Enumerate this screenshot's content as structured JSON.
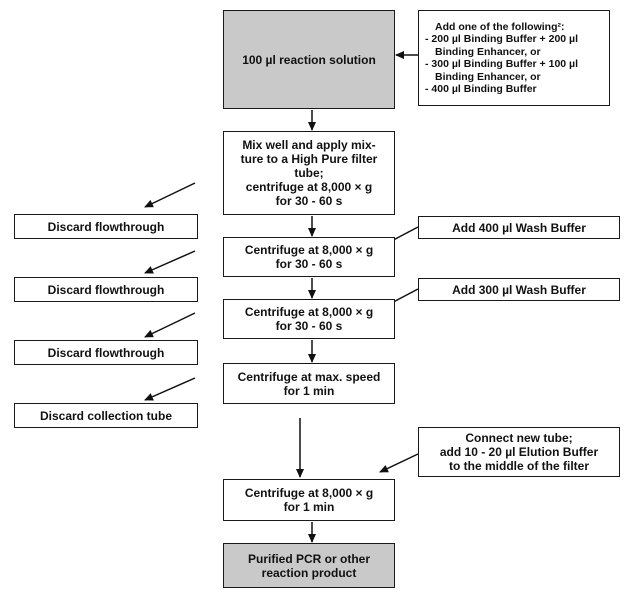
{
  "steps": {
    "reaction": {
      "lines": [
        "100 µl reaction solution"
      ]
    },
    "mix": {
      "lines": [
        "Mix well and apply mix-",
        "ture to a High Pure filter",
        "tube;",
        "centrifuge at 8,000 × g",
        "for 30 - 60 s"
      ]
    },
    "centrifuge_1": {
      "lines": [
        "Centrifuge at 8,000 × g",
        "for 30 - 60 s"
      ]
    },
    "centrifuge_2": {
      "lines": [
        "Centrifuge at 8,000 × g",
        "for 30 - 60 s"
      ]
    },
    "centrifuge_max": {
      "lines": [
        "Centrifuge at max. speed",
        "for 1 min"
      ]
    },
    "centrifuge_final": {
      "lines": [
        "Centrifuge at 8,000 × g",
        "for 1 min"
      ]
    },
    "product": {
      "lines": [
        "Purified PCR or other",
        "reaction product"
      ]
    }
  },
  "reagents": {
    "binding": {
      "lines": [
        "Add one of the following²:",
        "- 200 µl Binding Buffer + 200 µl",
        "Binding Enhancer, or",
        "- 300 µl Binding Buffer + 100 µl",
        "Binding Enhancer, or",
        "- 400 µl Binding Buffer"
      ]
    },
    "wash_400": {
      "lines": [
        "Add 400 µl Wash Buffer"
      ]
    },
    "wash_300": {
      "lines": [
        "Add 300 µl Wash Buffer"
      ]
    },
    "elution": {
      "lines": [
        "Connect new tube;",
        "add 10 - 20 µl Elution Buffer",
        "to the middle of the filter"
      ]
    }
  },
  "discards": {
    "flow_1": {
      "lines": [
        "Discard flowthrough"
      ]
    },
    "flow_2": {
      "lines": [
        "Discard flowthrough"
      ]
    },
    "flow_3": {
      "lines": [
        "Discard flowthrough"
      ]
    },
    "tube": {
      "lines": [
        "Discard collection tube"
      ]
    }
  }
}
